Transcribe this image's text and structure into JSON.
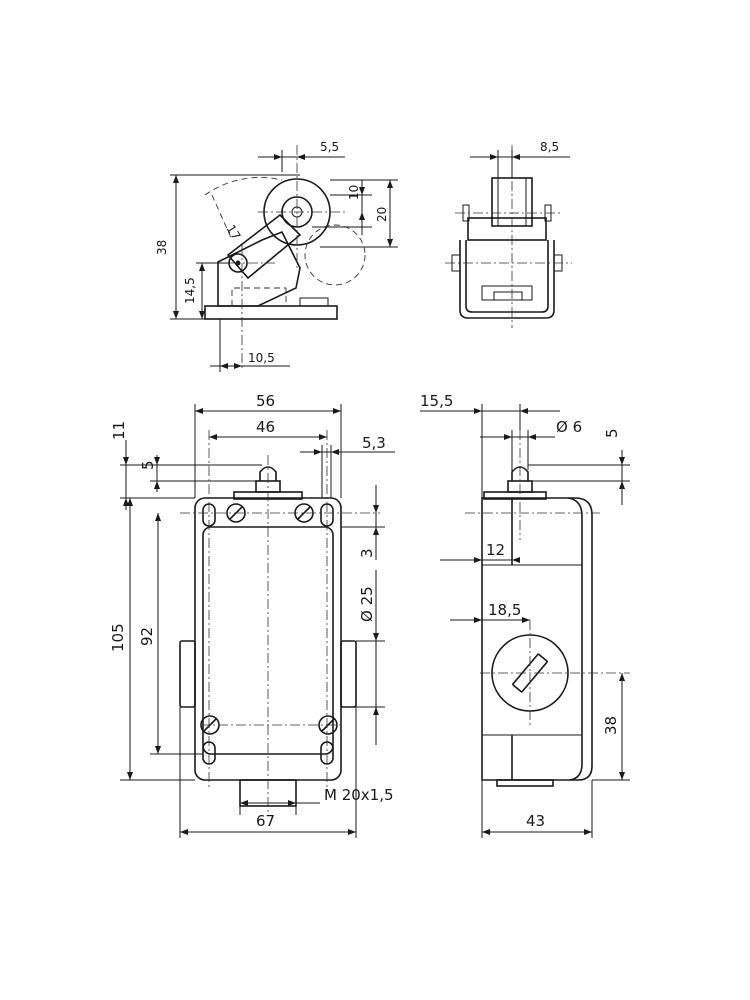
{
  "dimensions": {
    "top_left": {
      "offset": "5,5",
      "roller_radius": "10",
      "roller_height": "20",
      "total_height": "38",
      "arm_length": "17",
      "pivot_height": "14,5",
      "base_offset": "10,5"
    },
    "top_right": {
      "roller_width": "8,5"
    },
    "front": {
      "overall_width": "56",
      "hole_spacing": "46",
      "plunger_offset": "5,3",
      "top_margin": "11",
      "plunger_height": "5",
      "total_height": "105",
      "hole_height": "92",
      "small_offset": "3",
      "conduit_diameter": "Ø 25",
      "thread": "M 20x1,5",
      "base_width": "67"
    },
    "side": {
      "plunger_pos": "15,5",
      "plunger_diameter": "Ø 6",
      "plunger_height": "5",
      "wall": "12",
      "screw_pos": "18,5",
      "screw_height": "38",
      "depth": "43"
    }
  }
}
